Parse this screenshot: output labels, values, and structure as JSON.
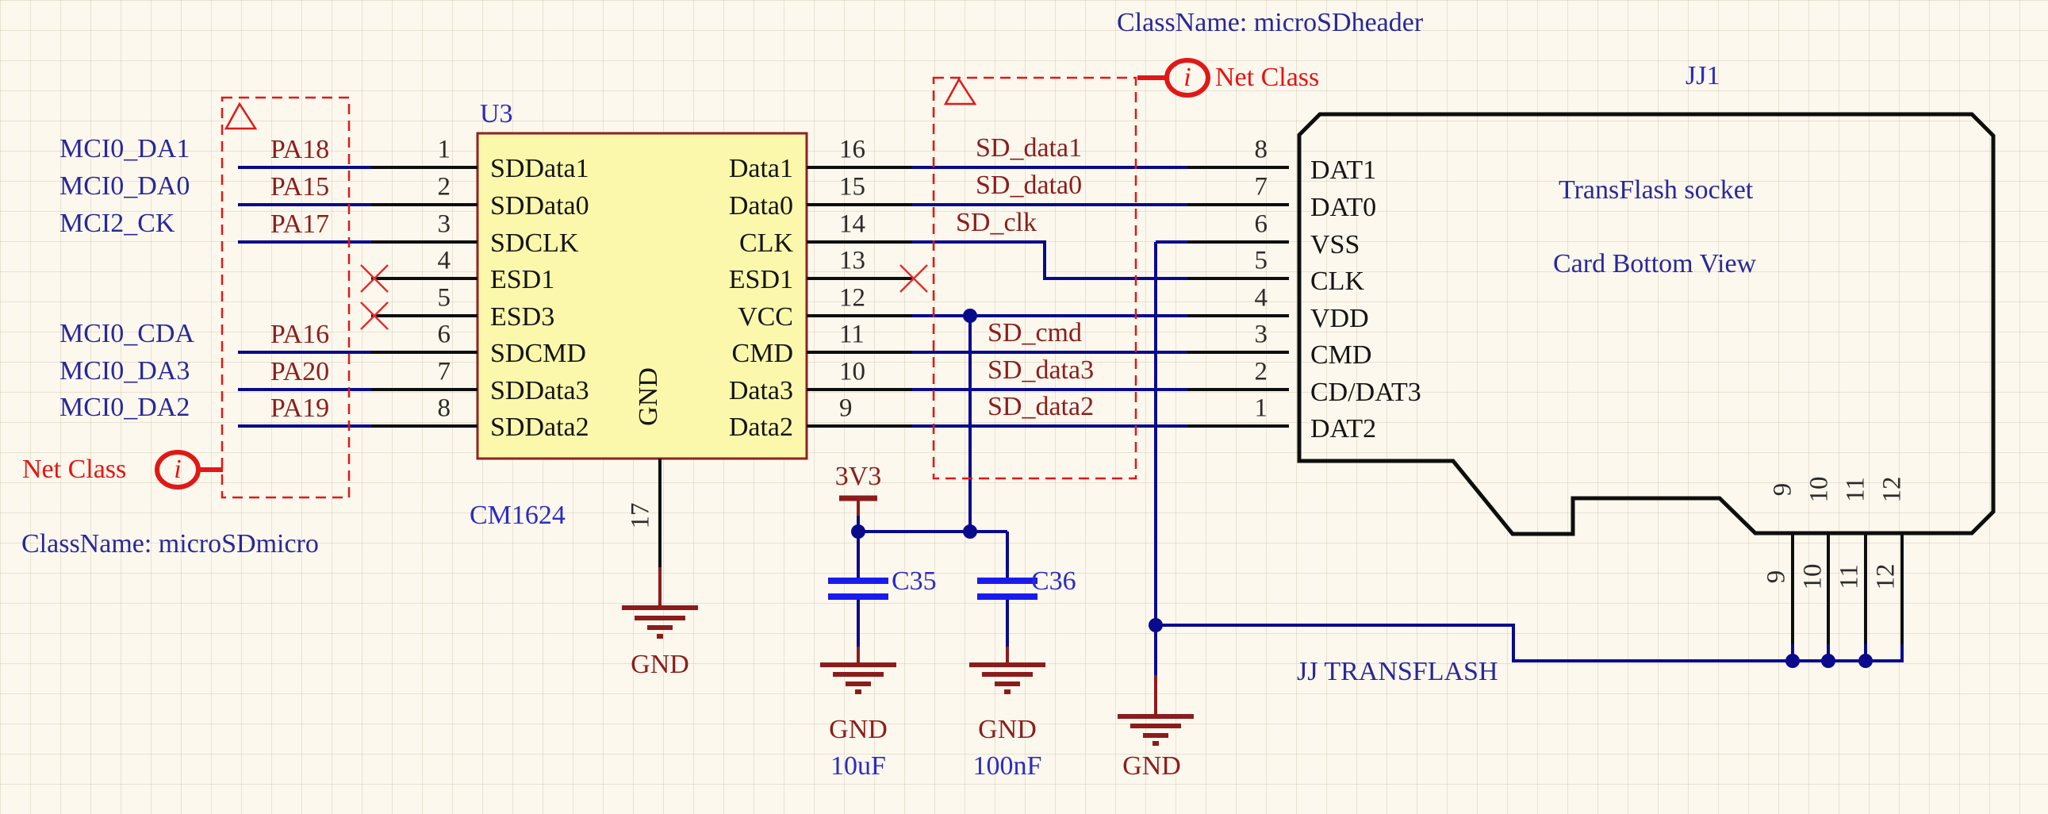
{
  "directives": {
    "classname_header": "ClassName: microSDheader",
    "classname_micro": "ClassName: microSDmicro",
    "net_class_top": "Net Class",
    "net_class_bottom": "Net Class",
    "info_symbol": "i"
  },
  "left_nets": [
    {
      "net": "MCI0_DA1",
      "port": "PA18"
    },
    {
      "net": "MCI0_DA0",
      "port": "PA15"
    },
    {
      "net": "MCI2_CK",
      "port": "PA17"
    },
    {
      "net": "MCI0_CDA",
      "port": "PA16"
    },
    {
      "net": "MCI0_DA3",
      "port": "PA20"
    },
    {
      "net": "MCI0_DA2",
      "port": "PA19"
    }
  ],
  "u3": {
    "refdes": "U3",
    "part_number": "CM1624",
    "gnd_pin_name": "GND",
    "gnd_pin_number": "17",
    "gnd_net": "GND",
    "left_pins": [
      {
        "number": "1",
        "name": "SDData1"
      },
      {
        "number": "2",
        "name": "SDData0"
      },
      {
        "number": "3",
        "name": "SDCLK"
      },
      {
        "number": "4",
        "name": "ESD1"
      },
      {
        "number": "5",
        "name": "ESD3"
      },
      {
        "number": "6",
        "name": "SDCMD"
      },
      {
        "number": "7",
        "name": "SDData3"
      },
      {
        "number": "8",
        "name": "SDData2"
      }
    ],
    "right_pins": [
      {
        "number": "16",
        "name": "Data1"
      },
      {
        "number": "15",
        "name": "Data0"
      },
      {
        "number": "14",
        "name": "CLK"
      },
      {
        "number": "13",
        "name": "ESD1"
      },
      {
        "number": "12",
        "name": "VCC"
      },
      {
        "number": "11",
        "name": "CMD"
      },
      {
        "number": "10",
        "name": "Data3"
      },
      {
        "number": "9",
        "name": "Data2"
      }
    ]
  },
  "sd_nets": [
    "SD_data1",
    "SD_data0",
    "SD_clk",
    "SD_cmd",
    "SD_data3",
    "SD_data2"
  ],
  "socket": {
    "refdes": "JJ1",
    "note_line1": "TransFlash socket",
    "note_line2": "Card Bottom View",
    "net_label": "JJ TRANSFLASH",
    "pins": [
      {
        "number": "8",
        "name": "DAT1"
      },
      {
        "number": "7",
        "name": "DAT0"
      },
      {
        "number": "6",
        "name": "VSS"
      },
      {
        "number": "5",
        "name": "CLK"
      },
      {
        "number": "4",
        "name": "VDD"
      },
      {
        "number": "3",
        "name": "CMD"
      },
      {
        "number": "2",
        "name": "CD/DAT3"
      },
      {
        "number": "1",
        "name": "DAT2"
      }
    ],
    "shield_pins": [
      "9",
      "10",
      "11",
      "12"
    ]
  },
  "power": {
    "rail": "3V3",
    "gnd": "GND",
    "caps": [
      {
        "refdes": "C35",
        "value": "10uF"
      },
      {
        "refdes": "C36",
        "value": "100nF"
      }
    ]
  },
  "colors": {
    "wire": "#0A0A8C",
    "pin": "#0E0E0E",
    "component_fill": "#FBF8AC",
    "component_border": "#8B2424",
    "power_symbol": "#8B1C1C",
    "directive_red": "#E01818",
    "capacitor_plate": "#1A1AEE"
  }
}
